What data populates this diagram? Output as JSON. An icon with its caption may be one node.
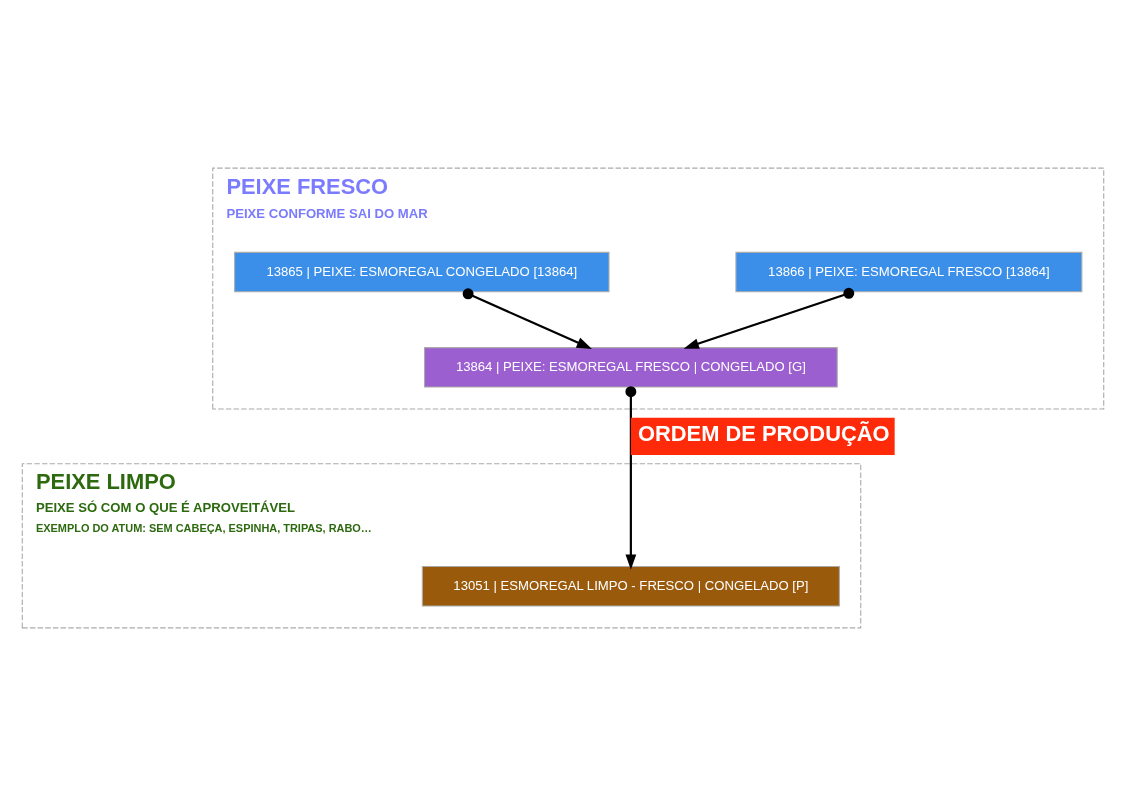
{
  "diagram": {
    "nodes": [
      {
        "text": [
          "PEIXE FRESCO",
          "PEIXE CONFORME SAI DO MAR"
        ]
      },
      {
        "text": [
          "13865 | PEIXE: ESMOREGAL CONGELADO [13864]"
        ],
        "in": 0
      },
      {
        "text": [
          "13866 | PEIXE: ESMOREGAL FRESCO [13864]"
        ],
        "in": 0
      },
      {
        "text": [
          "13864 | PEIXE: ESMOREGAL FRESCO | CONGELADO [G]"
        ],
        "in": 0
      },
      {
        "text": [
          "PEIXE LIMPO",
          "PEIXE SÓ COM O QUE É APROVEITÁVEL",
          "EXEMPLO DO ATUM: SEM CABEÇA, ESPINHA, TRIPAS, RABO…"
        ]
      },
      {
        "text": [
          "13051 | ESMOREGAL LIMPO - FRESCO | CONGELADO [P]"
        ],
        "in": 4
      }
    ],
    "edges": [
      {
        "from": 1,
        "to": 3,
        "arrow": "to"
      },
      {
        "from": 2,
        "to": 3,
        "arrow": "to"
      },
      {
        "from": 3,
        "to": 5,
        "arrow": "to",
        "label": "ORDEM DE PRODUÇÃO"
      }
    ]
  }
}
